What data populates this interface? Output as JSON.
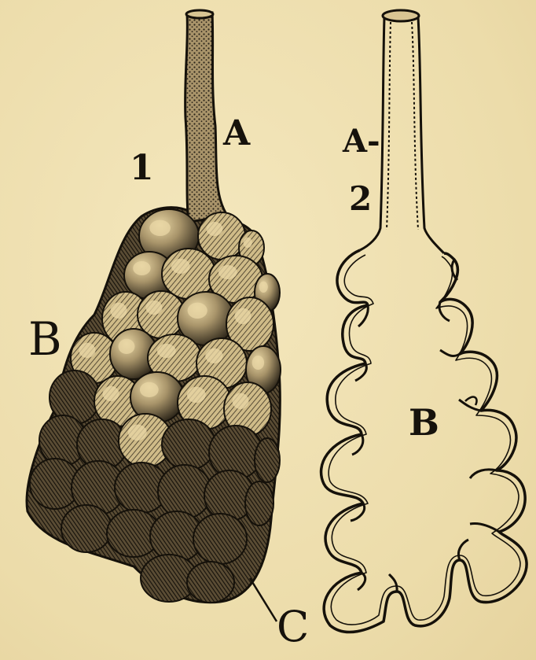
{
  "figure1": {
    "number": "1",
    "label_a": "A",
    "label_b": "B"
  },
  "figure2": {
    "number": "2",
    "label_a": "A-",
    "label_b": "B"
  },
  "label_c": "C",
  "colors": {
    "paper": "#efe0b0",
    "ink": "#16120c",
    "tone_light": "#d9c593",
    "tone_mid": "#8c7a55",
    "tone_dark": "#2a241a"
  }
}
